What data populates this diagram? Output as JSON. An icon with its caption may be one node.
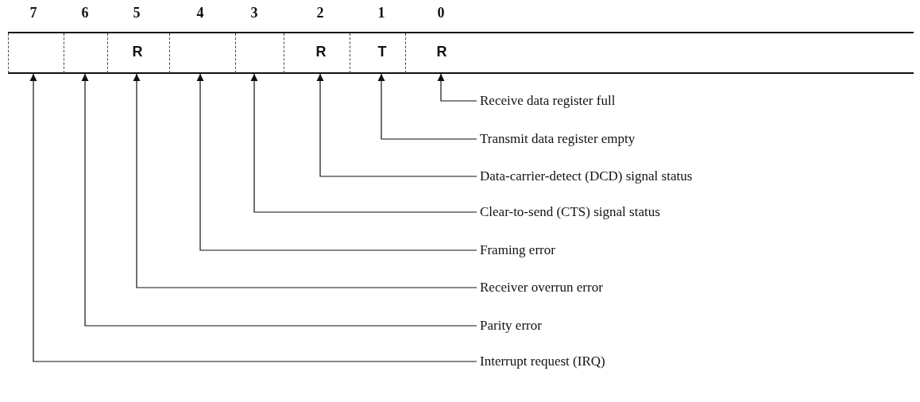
{
  "diagram": {
    "nodes": [
      {
        "text": [],
        "shape": "box",
        "beside": [
          "7"
        ]
      },
      {
        "text": [],
        "shape": "box",
        "beside": [
          "6"
        ]
      },
      {
        "text": [
          "R"
        ],
        "beside": [
          "5"
        ]
      },
      {
        "text": [],
        "shape": "box",
        "beside": [
          "4"
        ]
      },
      {
        "text": [],
        "shape": "box",
        "beside": [
          "3"
        ]
      },
      {
        "text": [
          "R"
        ],
        "beside": [
          "2"
        ]
      },
      {
        "text": [
          "T"
        ],
        "beside": [
          "1"
        ]
      },
      {
        "text": [
          "R"
        ],
        "beside": [
          "0"
        ]
      },
      {
        "text": [
          "Receive data register full"
        ]
      },
      {
        "text": [
          "Transmit data register empty"
        ]
      },
      {
        "text": [
          "Data-carrier-detect (DCD) signal status"
        ]
      },
      {
        "text": [
          "Clear-to-send (CTS) signal status"
        ]
      },
      {
        "text": [
          "Framing error"
        ]
      },
      {
        "text": [
          "Receiver overrun error"
        ]
      },
      {
        "text": [
          "Parity error"
        ]
      },
      {
        "text": [
          "Interrupt request (IRQ)"
        ]
      }
    ],
    "edges": [
      {
        "from": 8,
        "to": 7,
        "arrow": "to"
      },
      {
        "from": 9,
        "to": 6,
        "arrow": "to"
      },
      {
        "from": 10,
        "to": 5,
        "arrow": "to"
      },
      {
        "from": 11,
        "to": 4,
        "arrow": "to"
      },
      {
        "from": 12,
        "to": 3,
        "arrow": "to"
      },
      {
        "from": 13,
        "to": 2,
        "arrow": "to"
      },
      {
        "from": 14,
        "to": 1,
        "arrow": "to"
      },
      {
        "from": 15,
        "to": 0,
        "arrow": "to"
      }
    ]
  }
}
